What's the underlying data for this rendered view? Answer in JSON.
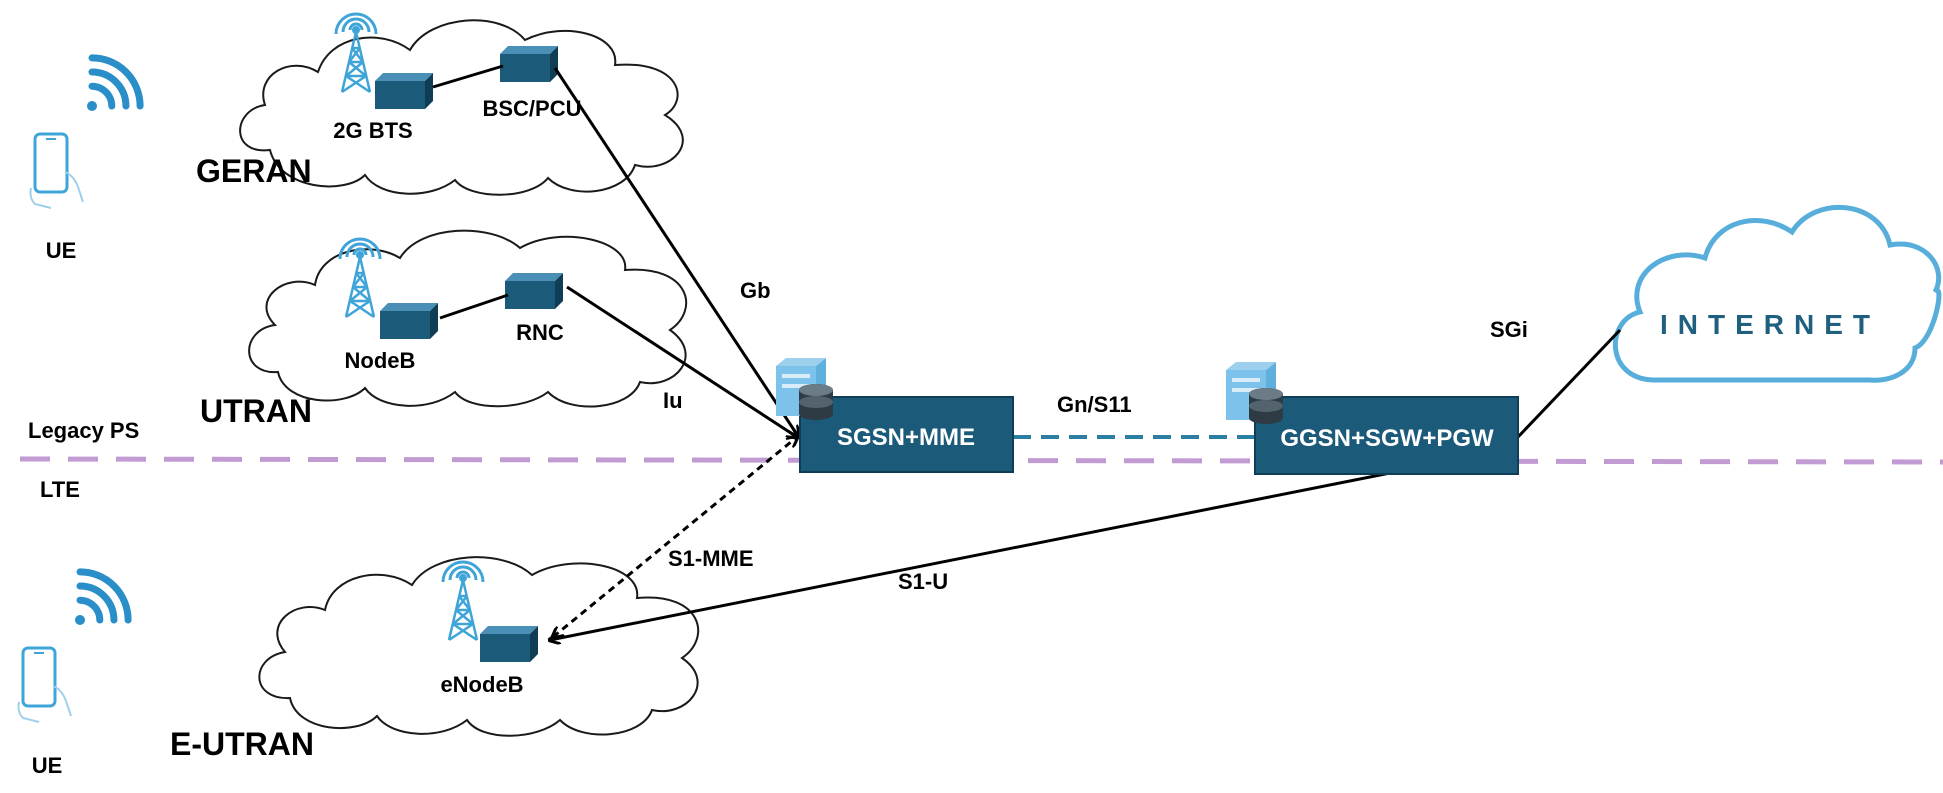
{
  "regions": {
    "geran": "GERAN",
    "utran": "UTRAN",
    "eutran": "E-UTRAN"
  },
  "domains": {
    "legacy": "Legacy PS",
    "lte": "LTE"
  },
  "devices": {
    "ue_top": "UE",
    "ue_bottom": "UE",
    "bts": "2G BTS",
    "bsc": "BSC/PCU",
    "nodeb": "NodeB",
    "rnc": "RNC",
    "enodeb": "eNodeB"
  },
  "core": {
    "sgsn": "SGSN+MME",
    "ggsn": "GGSN+SGW+PGW",
    "internet": "INTERNET"
  },
  "interfaces": {
    "gb": "Gb",
    "iu": "Iu",
    "gn": "Gn/S11",
    "sgi": "SGi",
    "s1mme": "S1-MME",
    "s1u": "S1-U"
  },
  "colors": {
    "node_fill": "#1c5a7a",
    "node_border": "#0f3d55",
    "divider": "#c39bd3",
    "dashed_link": "#2a7fa3",
    "internet_cloud": "#58aedb",
    "internet_text": "#1f5f7f",
    "icon_blue": "#3fa4d8"
  }
}
